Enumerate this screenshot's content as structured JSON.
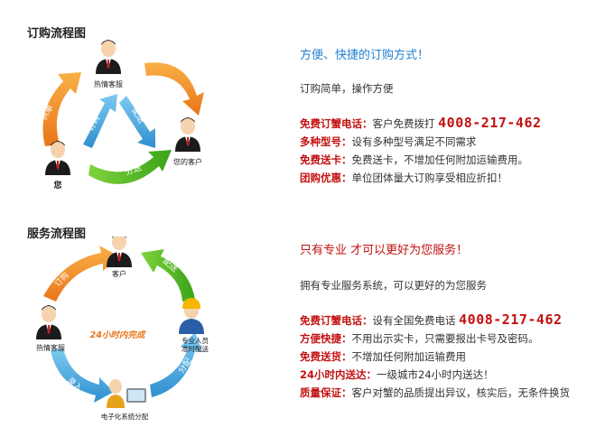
{
  "colors": {
    "accent_blue": "#1f7fcf",
    "accent_red": "#c31010",
    "orange": "#f08a1c",
    "green": "#4db31f",
    "blue_arrow": "#3ba3dc"
  },
  "order": {
    "title": "订购流程图",
    "diagram": {
      "person_top": "热情客服",
      "person_right": "您的客户",
      "person_left": "您",
      "arrow_left": "供单",
      "arrow_inner_left": "订购",
      "arrow_inner_right": "配送",
      "arrow_bottom": "分送",
      "icons": [
        "person-icon",
        "person-icon",
        "person-icon"
      ]
    },
    "headline": "方便、快捷的订购方式！",
    "sub": "订购简单，操作方便",
    "rows": [
      {
        "label": "免费订蟹电话：",
        "text": "客户免费拨打",
        "phone": "4008-217-462"
      },
      {
        "label": "多种型号：",
        "text": "设有多种型号满足不同需求"
      },
      {
        "label": "免费送卡：",
        "text": "免费送卡，不增加任何附加运输费用。"
      },
      {
        "label": "团购优惠：",
        "text": "单位团体量大订购享受相应折扣！"
      }
    ]
  },
  "service": {
    "title": "服务流程图",
    "diagram": {
      "person_top": "客户",
      "person_left": "热情客服",
      "person_right_line1": "专业人员",
      "person_right_line2": "准时配送",
      "person_bottom": "电子化系统分配",
      "center": "24小时内完成",
      "arrow_top_left": "订购",
      "arrow_top_right": "配送",
      "arrow_bottom_left": "录入",
      "arrow_bottom_right": "分配"
    },
    "headline": "只有专业 才可以更好为您服务！",
    "sub": "拥有专业服务系统，可以更好的为您服务",
    "rows": [
      {
        "label": "免费订蟹电话：",
        "text": "设有全国免费电话",
        "phone": "4008-217-462"
      },
      {
        "label": "方便快捷：",
        "text": "不用出示实卡，只需要报出卡号及密码。"
      },
      {
        "label": "免费送货：",
        "text": "不增加任何附加运输费用"
      },
      {
        "label": "24小时内送达：",
        "text": "一级城市24小时内送达！"
      },
      {
        "label": "质量保证：",
        "text": "客户对蟹的品质提出异议，核实后，无条件换货"
      }
    ]
  }
}
